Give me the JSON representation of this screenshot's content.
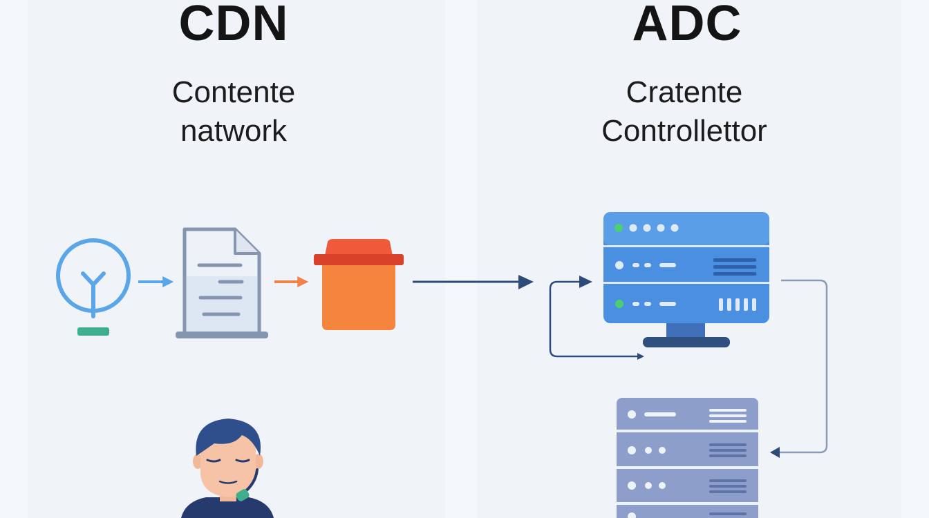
{
  "cdn": {
    "abbr": "CDN",
    "subtitle_line1": "Contente",
    "subtitle_line2": "natwork"
  },
  "adc": {
    "abbr": "ADC",
    "subtitle_line1": "Cratente",
    "subtitle_line2": "Controllettor"
  },
  "colors": {
    "background": "#f4f7fb",
    "panel": "#f0f4f9",
    "blue_icon": "#5aa6e8",
    "server_blue": "#4a8fe0",
    "server_gray": "#8c9ec9",
    "orange_box": "#f5843e",
    "red_lid": "#d9412b",
    "arrow_navy": "#2e4a78",
    "arrow_blue": "#5aa6e8",
    "arrow_orange": "#f0834a",
    "status_green": "#4ccf6e",
    "antenna_base": "#3fae8c"
  },
  "icons": [
    "antenna-icon",
    "document-icon",
    "cache-bin-icon",
    "monitor-server-rack-icon",
    "server-stack-icon",
    "person-with-headset-icon"
  ]
}
